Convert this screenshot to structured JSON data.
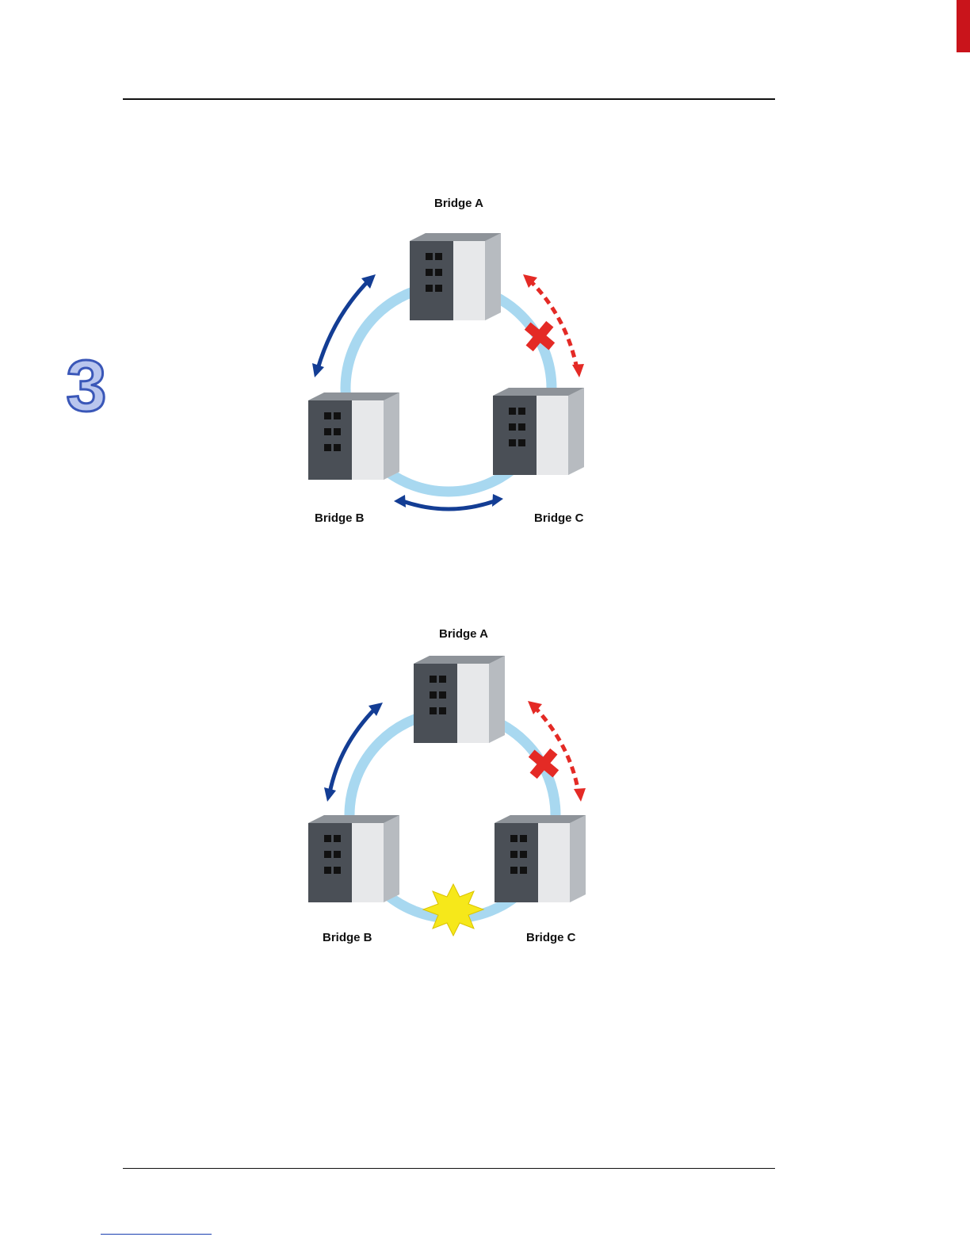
{
  "chapter_number": "3",
  "colors": {
    "ring": "#a8d8f0",
    "active_arrow": "#133d94",
    "blocked_arrow": "#e42a25",
    "fault_star": "#f6e81a",
    "edge_tab": "#c9141b",
    "chapter_mark_fill": "#b9c6ee",
    "chapter_mark_outline": "#3a57b8"
  },
  "diagrams": [
    {
      "bridges": [
        {
          "label": "Bridge A",
          "icon": "ethernet-switch-icon"
        },
        {
          "label": "Bridge B",
          "icon": "ethernet-switch-icon"
        },
        {
          "label": "Bridge C",
          "icon": "ethernet-switch-icon"
        }
      ],
      "links": [
        {
          "from": "Bridge A",
          "to": "Bridge B",
          "state": "forwarding",
          "icon": "double-arrow-icon"
        },
        {
          "from": "Bridge A",
          "to": "Bridge C",
          "state": "blocked",
          "icon": "blocked-x-icon"
        },
        {
          "from": "Bridge B",
          "to": "Bridge C",
          "state": "forwarding",
          "icon": "double-arrow-icon"
        }
      ]
    },
    {
      "bridges": [
        {
          "label": "Bridge A",
          "icon": "ethernet-switch-icon"
        },
        {
          "label": "Bridge B",
          "icon": "ethernet-switch-icon"
        },
        {
          "label": "Bridge C",
          "icon": "ethernet-switch-icon"
        }
      ],
      "links": [
        {
          "from": "Bridge A",
          "to": "Bridge B",
          "state": "forwarding",
          "icon": "double-arrow-icon"
        },
        {
          "from": "Bridge A",
          "to": "Bridge C",
          "state": "blocked",
          "icon": "blocked-x-icon"
        },
        {
          "from": "Bridge B",
          "to": "Bridge C",
          "state": "link-failure",
          "icon": "fault-star-icon"
        }
      ]
    }
  ]
}
